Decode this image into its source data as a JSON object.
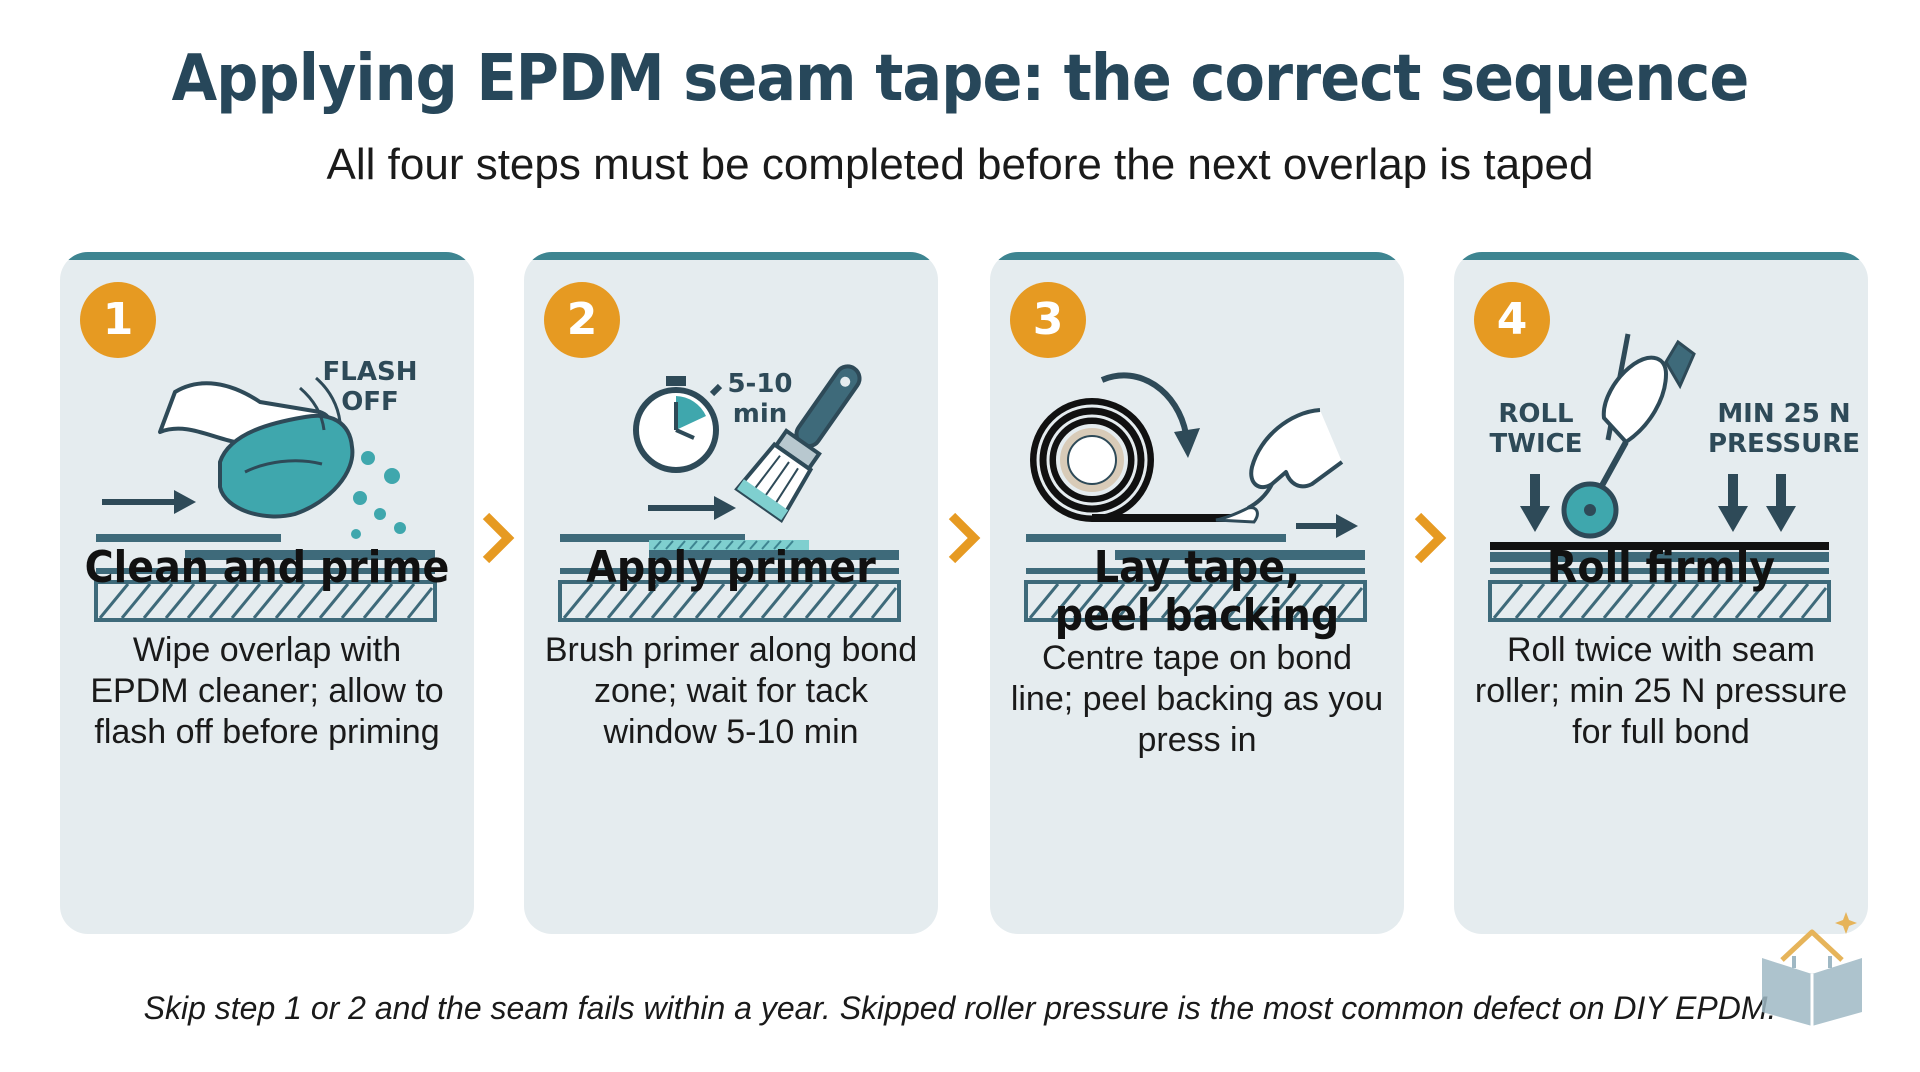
{
  "header": {
    "title": "Applying EPDM seam tape: the correct sequence",
    "subtitle": "All four steps must be completed before the next overlap is taped"
  },
  "steps": [
    {
      "number": "1",
      "title_lines": [
        "Clean and prime"
      ],
      "description": "Wipe overlap with EPDM cleaner; allow to flash off before priming",
      "labels": [
        "FLASH",
        "OFF"
      ]
    },
    {
      "number": "2",
      "title_lines": [
        "Apply primer"
      ],
      "description": "Brush primer along bond zone; wait for tack window 5-10 min",
      "labels": [
        "5-10",
        "min"
      ]
    },
    {
      "number": "3",
      "title_lines": [
        "Lay tape,",
        "peel backing"
      ],
      "description": "Centre tape on bond line; peel backing as you press in",
      "labels": []
    },
    {
      "number": "4",
      "title_lines": [
        "Roll firmly"
      ],
      "description": "Roll twice with seam roller; min 25 N pressure for full bond",
      "labels": [
        "ROLL",
        "TWICE",
        "MIN 25 N",
        "PRESSURE"
      ]
    }
  ],
  "footnote": "Skip step 1 or 2 and the seam fails within a year. Skipped roller pressure is the most common defect on DIY EPDM.",
  "colors": {
    "heading": "#27475a",
    "accent_teal": "#3e8591",
    "badge_orange": "#e69a22",
    "card_bg": "#e5ecef",
    "dark": "#2e4a58"
  },
  "icons": [
    "wiping-hand-cloth-icon",
    "stopwatch-icon",
    "paint-brush-icon",
    "tape-roll-icon",
    "seam-roller-icon",
    "book-house-logo-icon"
  ]
}
